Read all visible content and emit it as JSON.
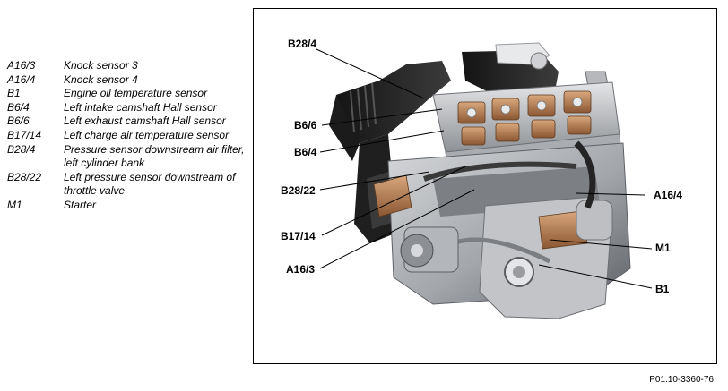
{
  "legend": [
    {
      "code": "A16/3",
      "description": "Knock sensor 3"
    },
    {
      "code": "A16/4",
      "description": "Knock sensor 4"
    },
    {
      "code": "B1",
      "description": "Engine oil temperature sensor"
    },
    {
      "code": "B6/4",
      "description": "Left intake camshaft Hall sensor"
    },
    {
      "code": "B6/6",
      "description": "Left exhaust camshaft Hall sensor"
    },
    {
      "code": "B17/14",
      "description": "Left charge air temperature sensor"
    },
    {
      "code": "B28/4",
      "description": "Pressure sensor downstream air filter, left cylinder bank"
    },
    {
      "code": "B28/22",
      "description": "Left pressure sensor downstream of throttle valve"
    },
    {
      "code": "M1",
      "description": "Starter"
    }
  ],
  "callouts": {
    "b28_4": "B28/4",
    "b6_6": "B6/6",
    "b6_4": "B6/4",
    "b28_22": "B28/22",
    "a16_4": "A16/4",
    "b17_14": "B17/14",
    "m1": "M1",
    "a16_3": "A16/3",
    "b1": "B1"
  },
  "figure_id": "P01.10-3360-76",
  "colors": {
    "frame": "#000000",
    "engine_dark": "#2a2a2a",
    "engine_grey": "#8c8f93",
    "engine_light": "#c9cbce",
    "highlight_bronze": "#b07a4e"
  }
}
